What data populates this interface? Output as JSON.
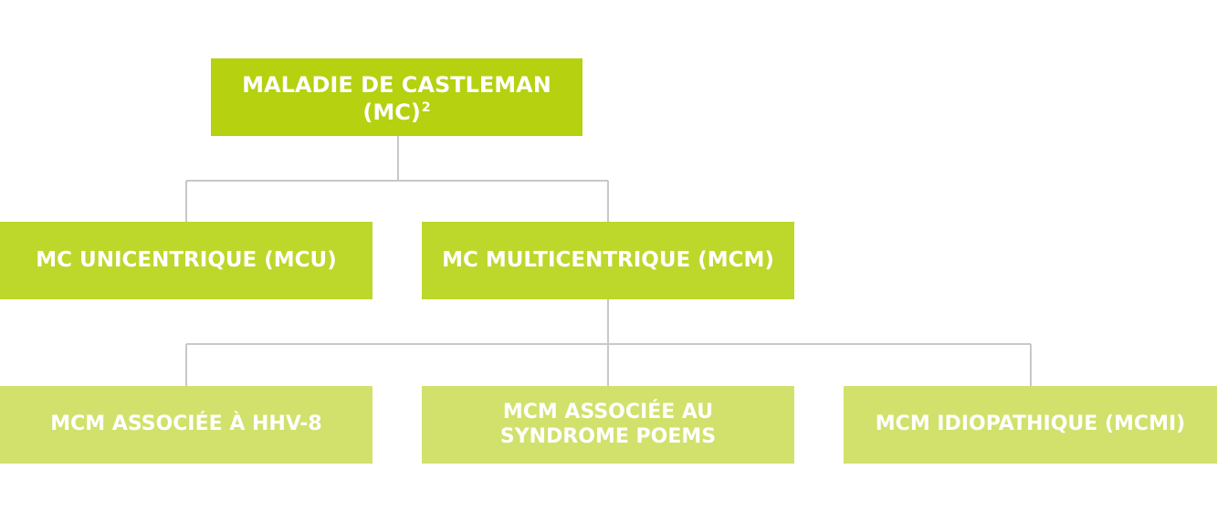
{
  "diagram": {
    "root": {
      "line1": "MALADIE DE CASTLEMAN",
      "line2": "(MC)",
      "superscript": "2"
    },
    "level1": [
      {
        "label": "MC UNICENTRIQUE (MCU)"
      },
      {
        "label": "MC MULTICENTRIQUE (MCM)"
      }
    ],
    "level2": [
      {
        "label": "MCM ASSOCIÉE À HHV-8"
      },
      {
        "line1": "MCM ASSOCIÉE AU",
        "line2": "SYNDROME POEMS"
      },
      {
        "label": "MCM IDIOPATHIQUE (MCMi)"
      }
    ]
  },
  "colors": {
    "root": "#b5d10f",
    "level1": "#bdd72b",
    "level2": "#d1e16c",
    "connector": "#c8c8c8",
    "text": "#ffffff"
  }
}
